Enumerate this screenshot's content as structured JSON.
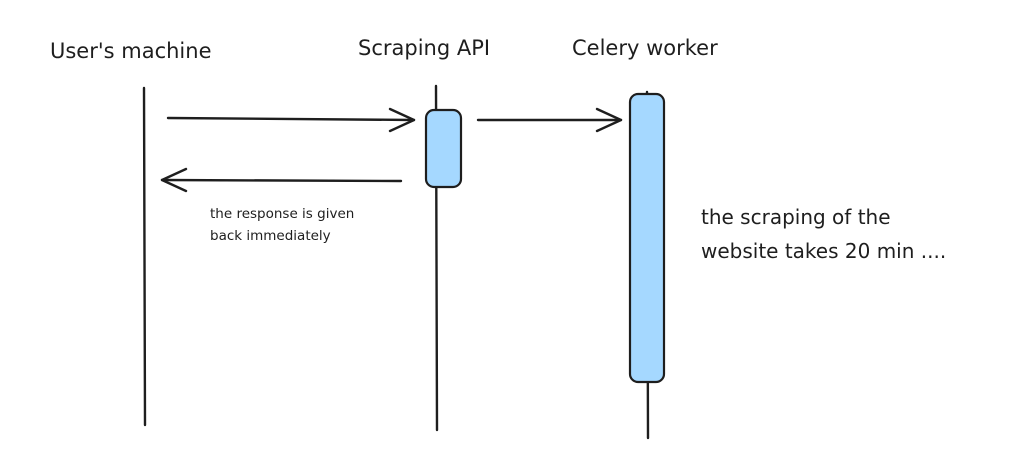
{
  "actors": {
    "user": "User's machine",
    "api": "Scraping API",
    "worker": "Celery worker"
  },
  "notes": {
    "response_line1": "the response is given",
    "response_line2": "back immediately",
    "scrape_line1": "the scraping of the",
    "scrape_line2": "website takes 20 min ...."
  },
  "colors": {
    "activation_fill": "#a5d8ff",
    "stroke": "#1e1e1e"
  }
}
